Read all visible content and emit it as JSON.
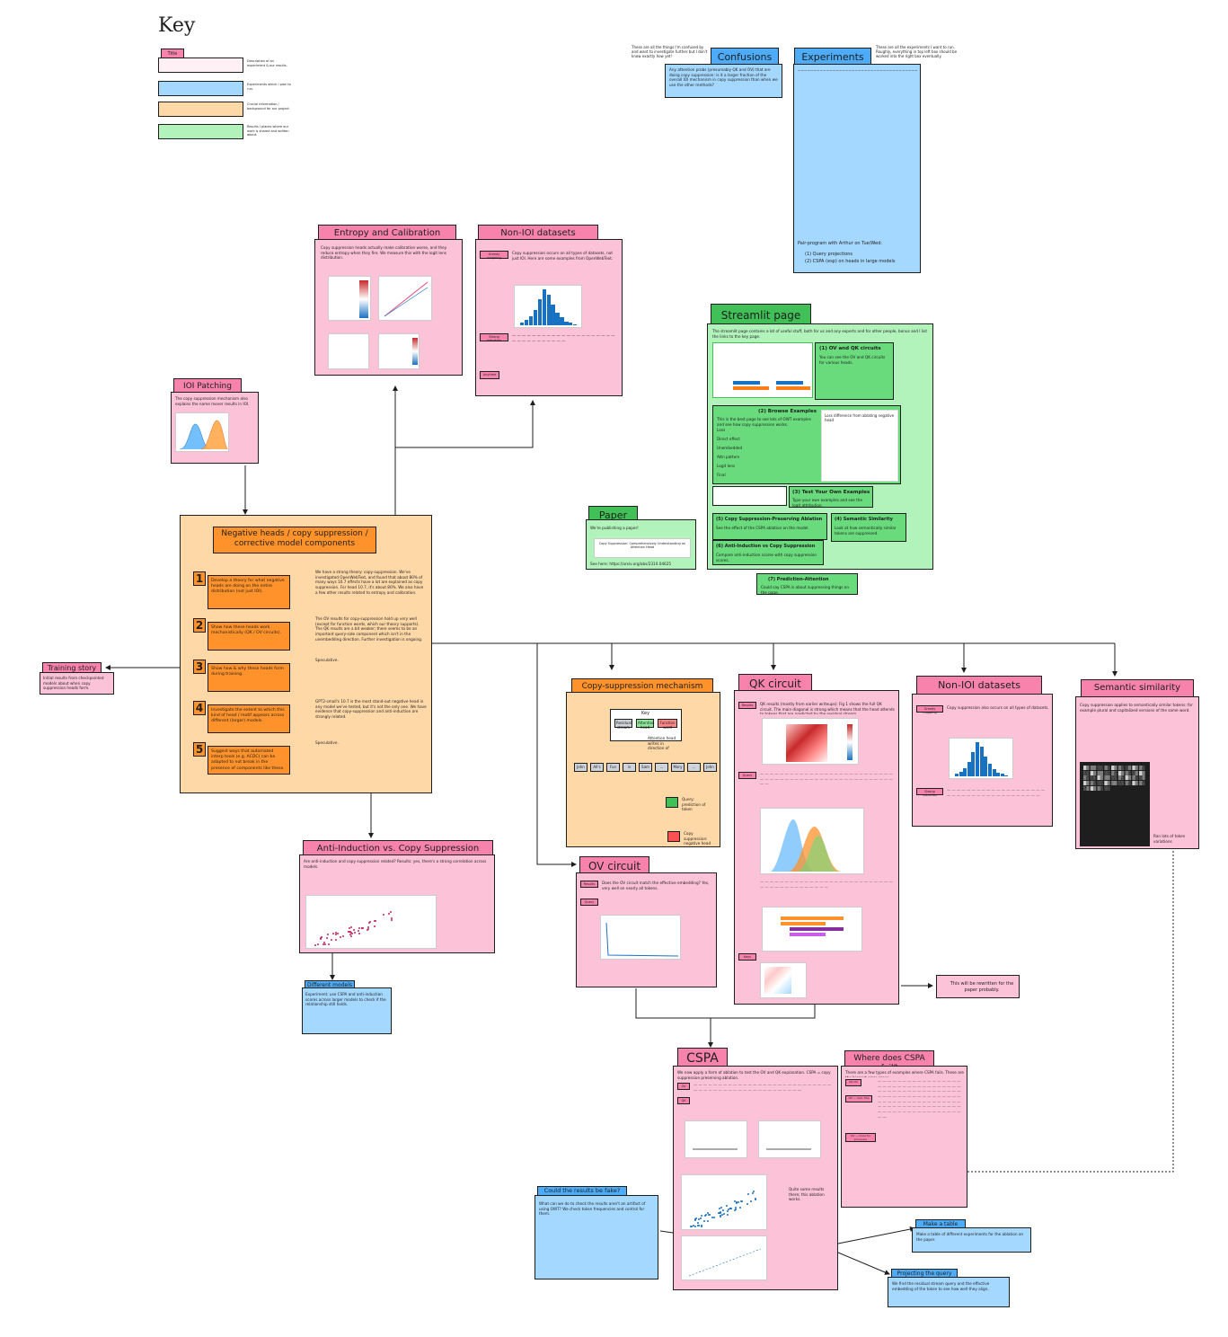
{
  "key": {
    "heading": "Key",
    "title_sample": "Title",
    "rows": [
      {
        "color": "#fff0f6",
        "desc": "Description of an experiment & our results."
      },
      {
        "color": "#a5d8ff",
        "desc": "Experiments which I plan to run."
      },
      {
        "color": "#ffd8a8",
        "desc": "Crucial information / background for our project."
      },
      {
        "color": "#b2f2bb",
        "desc": "Results / places where our work is shared and written about."
      }
    ]
  },
  "top": {
    "confusions_note": "These are all the things I'm confused by and want to investigate further but I don't know exactly how yet!",
    "confusions_title": "Confusions",
    "confusions_body": "Any attention probs (presumably QK and OV) that are doing copy suppression: is it a larger fraction of the overall IOI mechanism in copy suppression than when we use the other methods?",
    "experiments_title": "Experiments",
    "experiments_note": "These are all the experiments I want to run. Roughly, everything in top left box should be worked into the right box eventually.",
    "experiments_pair_label": "Pair-program with Arthur on Tue/Wed:",
    "experiments_items": [
      "(1) Query projections",
      "(2) CSPA (esp) on heads in large models"
    ]
  },
  "entropy": {
    "title": "Entropy and Calibration",
    "body": "Copy suppression heads actually make calibration worse, and they reduce entropy when they fire. We measure this with the logit lens distribution."
  },
  "nonioi_top": {
    "title": "Non-IOI datasets",
    "labels": [
      "Greedy mapping",
      "Strong induction",
      "Anytime"
    ],
    "body": "Copy suppression occurs on all types of datasets, not just IOI. Here are some examples from OpenWebText."
  },
  "ioi_patching": {
    "title": "IOI Patching",
    "body": "The copy suppression mechanism also explains the name mover results in IOI."
  },
  "negative": {
    "title_line1": "Negative heads / copy suppression /",
    "title_line2": "corrective model components",
    "steps": [
      {
        "n": "1",
        "text": "Develop a theory for what negative heads are doing on the entire distribution (not just IOI).",
        "result": "We have a strong theory: copy-suppression. We've investigated OpenWebText, and found that about 80% of many ways 10.7 effects have a lot are explained as copy suppression. For head 10.7, it's about 80%. We also have a few other results related to entropy and calibration."
      },
      {
        "n": "2",
        "text": "Show how these heads work mechanistically (QK / OV circuits).",
        "result": "The OV results for copy-suppression hold up very well (except for function words, which our theory supports). The QK results are a bit weaker; there seems to be an important query-side component which isn't in the unembedding direction. Further investigation is ongoing."
      },
      {
        "n": "3",
        "text": "Show how & why these heads form during training.",
        "result": "Speculative."
      },
      {
        "n": "4",
        "text": "Investigate the extent to which this kind of head / motif appears across different (larger) models.",
        "result": "GPT2-small's 10.7 is the most stand-out negative head in any model we've tested, but it's not the only one. We have evidence that copy-suppression and anti-induction are strongly related."
      },
      {
        "n": "5",
        "text": "Suggest ways that automated interp tools (e.g. ACDC) can be adapted to not break in the presence of components like these.",
        "result": "Speculative."
      }
    ]
  },
  "training": {
    "title": "Training story",
    "body": "Initial results from checkpointed models about when copy suppression heads form."
  },
  "paper": {
    "title": "Paper",
    "subtitle": "We're publishing a paper!",
    "card_title": "Copy Suppression: Comprehensively Understanding an Attention Head",
    "link_label": "See here: https://arxiv.org/abs/2310.04625"
  },
  "streamlit": {
    "title": "Streamlit page",
    "intro": "The streamlit page contains a lot of useful stuff, both for us and any experts and for other people, bonus and I list the links to the key page.",
    "sections": [
      {
        "title": "(1) OV and QK circuits",
        "text": "You can see the OV and QK circuits for various heads."
      },
      {
        "title": "(2) Browse Examples",
        "text": "This is the best page to see lots of OWT examples and see how copy suppression works."
      },
      {
        "title": "(3) Test Your Own Examples",
        "text": "Type your own examples and see the logit attribution."
      },
      {
        "title": "(4) Semantic Similarity",
        "text": "Look at how semantically similar tokens are suppressed."
      },
      {
        "title": "(5) Copy Suppression-Preserving Ablation",
        "text": "See the effect of the CSPA ablation on the model."
      },
      {
        "title": "(6) Anti-Induction vs Copy Suppression",
        "text": "Compare anti-induction scores with copy suppression scores."
      },
      {
        "title": "(7) Prediction-Attention",
        "text": "Could say CSPA is about suppressing things on the page."
      }
    ],
    "browse_heading": "Loss difference from ablating negative head",
    "browse_rows": [
      "Loss",
      "Direct effect",
      "Unembedded",
      "Attn pattern",
      "Logit lens",
      "Final"
    ]
  },
  "cs_mech": {
    "title": "Copy-suppression mechanism",
    "key_label": "Key",
    "key_items": [
      "Residual stream",
      "Attention head",
      "Function word"
    ],
    "tokens": [
      "John",
      "All's",
      "Fun",
      "is",
      "Sam",
      "...",
      "Mary",
      "...",
      "John"
    ],
    "callouts": [
      "Attention head writes in direction of token.",
      "Query: prediction of token",
      "Copy suppression: negative head"
    ]
  },
  "qk": {
    "title": "QK circuit",
    "labels": [
      "Results",
      "Query",
      "Keys"
    ],
    "body": "QK results (mostly from earlier writeups): Fig 1 shows the full QK circuit. The main diagonal is strong which means that the head attends to tokens that are predicted by the residual stream."
  },
  "nonioi_right": {
    "title": "Non-IOI datasets",
    "labels": [
      "Greedy mapping",
      "Strong induction"
    ],
    "body": "Copy suppression also occurs on all types of datasets."
  },
  "semantic": {
    "title": "Semantic similarity",
    "body": "Copy suppression applies to semantically similar tokens: for example plural and capitalized versions of the same word.",
    "footnote": "Ran lots of token variations"
  },
  "anti_induction": {
    "title": "Anti-Induction vs. Copy Suppression",
    "body": "Are anti-induction and copy suppression related? Results: yes, there's a strong correlation across models.",
    "subnote_title": "Different models",
    "subnote_body": "Experiment: use CSPA and anti-induction scores across larger models to check if the relationship still holds."
  },
  "ov": {
    "title": "OV circuit",
    "labels": [
      "Results",
      "Query"
    ],
    "body": "Does the OV circuit match the effective embedding? Yes, very well on nearly all tokens."
  },
  "rewritten": {
    "text": "This will be rewritten for the paper probably."
  },
  "cspa": {
    "title": "CSPA",
    "labels": [
      "OV",
      "QK"
    ],
    "body": "We now apply a form of ablation to test the OV and QK explanation. CSPA = copy suppression preserving ablation.",
    "callout": "Quite some results there; this ablation works."
  },
  "where_cspa": {
    "title": "Where does CSPA fail?",
    "labels": [
      "QK OV",
      "OV — look, fine",
      "OV — more for pronouns"
    ],
    "body": "There are a few types of examples where CSPA fails. These are the biggest error cases."
  },
  "fake": {
    "title": "Could the results be fake?",
    "body": "What can we do to check the results aren't an artifact of using OWT? We check token frequencies and control for them."
  },
  "table": {
    "title": "Make a table",
    "body": "Make a table of different experiments for the ablation on the paper."
  },
  "query": {
    "title": "Projecting the query",
    "body": "We find the residual stream query and the effective embedding of the token to see how well they align."
  },
  "chart_sample": {
    "bars": [
      2,
      4,
      7,
      12,
      20,
      28,
      24,
      16,
      10,
      6,
      3,
      2,
      1
    ]
  }
}
